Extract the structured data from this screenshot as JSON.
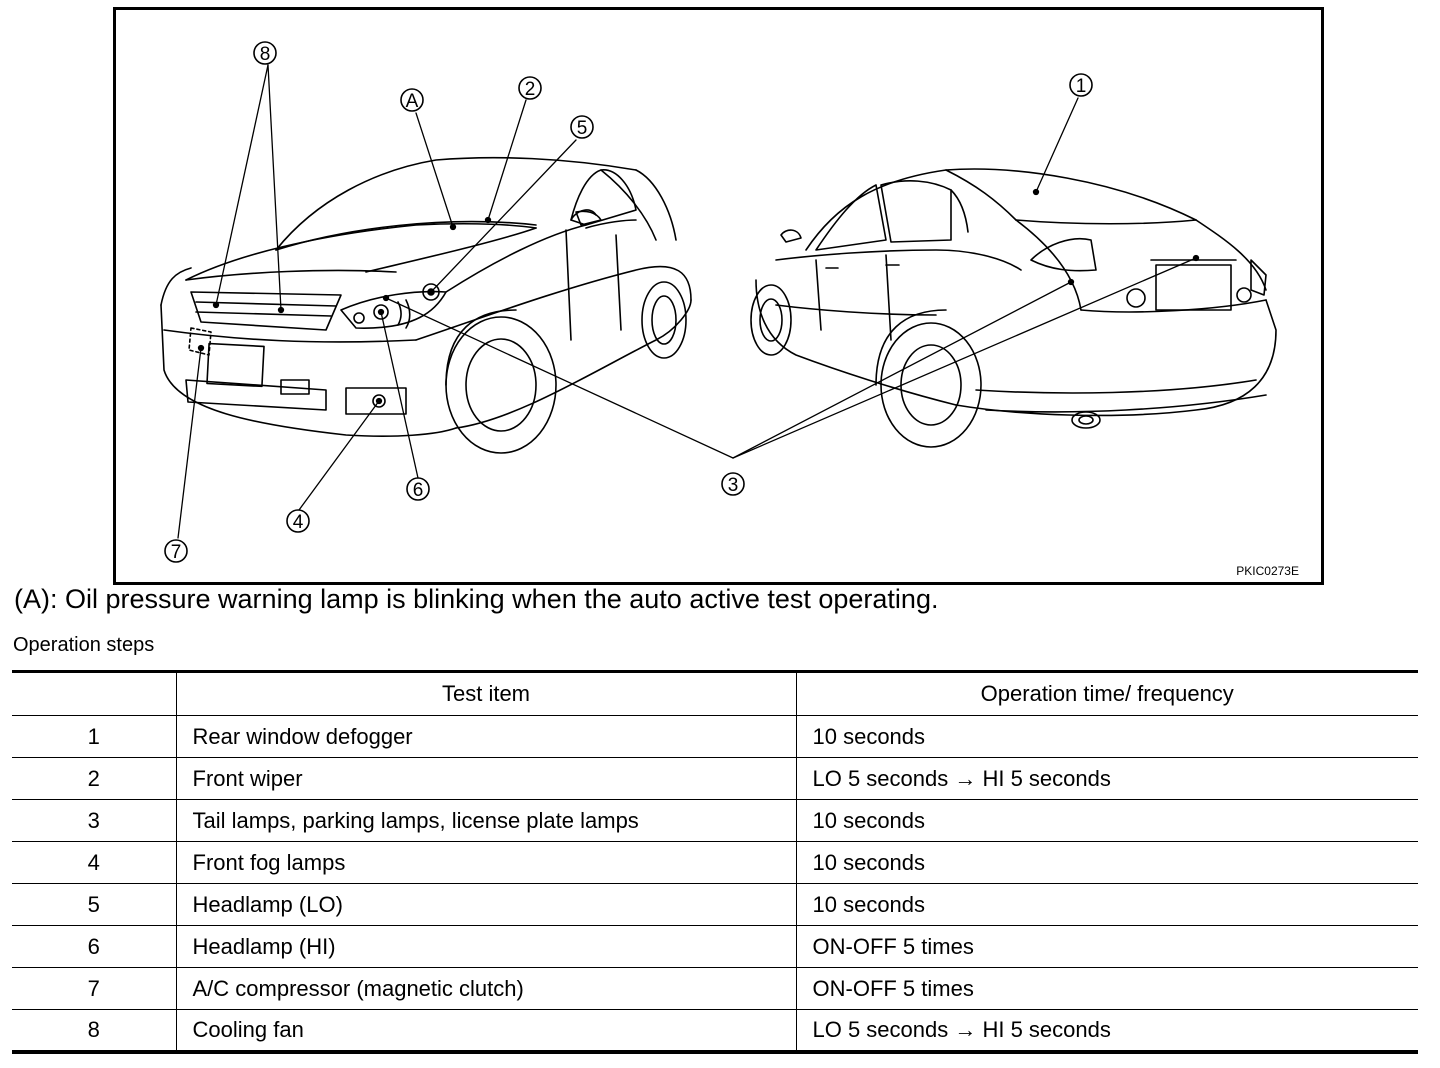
{
  "figure": {
    "code": "PKIC0273E",
    "callouts": [
      {
        "id": "A",
        "label": "A"
      },
      {
        "id": "1",
        "label": "1"
      },
      {
        "id": "2",
        "label": "2"
      },
      {
        "id": "3",
        "label": "3"
      },
      {
        "id": "4",
        "label": "4"
      },
      {
        "id": "5",
        "label": "5"
      },
      {
        "id": "6",
        "label": "6"
      },
      {
        "id": "7",
        "label": "7"
      },
      {
        "id": "8",
        "label": "8"
      }
    ]
  },
  "note": "(A): Oil pressure warning lamp is blinking when the auto active test operating.",
  "section_label": "Operation steps",
  "table": {
    "headers": [
      "",
      "Test item",
      "Operation time/ frequency"
    ],
    "rows": [
      [
        "1",
        "Rear window defogger",
        "10 seconds"
      ],
      [
        "2",
        "Front wiper",
        "LO 5 seconds → HI 5 seconds"
      ],
      [
        "3",
        "Tail lamps, parking lamps, license plate lamps",
        "10 seconds"
      ],
      [
        "4",
        "Front fog lamps",
        "10 seconds"
      ],
      [
        "5",
        "Headlamp (LO)",
        "10 seconds"
      ],
      [
        "6",
        "Headlamp (HI)",
        "ON-OFF 5 times"
      ],
      [
        "7",
        "A/C compressor (magnetic clutch)",
        "ON-OFF 5 times"
      ],
      [
        "8",
        "Cooling fan",
        "LO 5 seconds → HI 5 seconds"
      ]
    ]
  }
}
